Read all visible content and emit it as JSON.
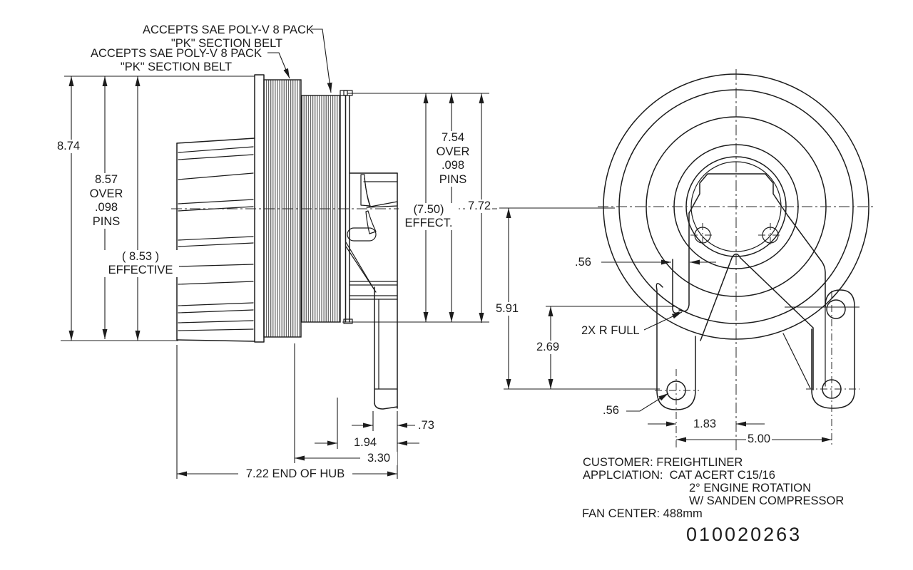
{
  "colors": {
    "ink": "#1c1c1c",
    "background": "#ffffff",
    "rib_tone": "#4d4d4d"
  },
  "side_view": {
    "belt_label_upper": "ACCEPTS SAE POLY-V 8 PACK\n\"PK\" SECTION BELT",
    "belt_label_lower": "ACCEPTS SAE POLY-V 8 PACK\n\"PK\" SECTION BELT",
    "dim_height_overall": "8.74",
    "dim_height_over_pins": "8.57\nOVER\n.098\nPINS",
    "dim_height_effective": "( 8.53 )\nEFFECTIVE",
    "dim_front_over_pins": "7.54\nOVER\n.098\nPINS",
    "dim_front_effective": "(7.50)\nEFFECT.",
    "dim_height_772": "7.72",
    "dim_hub_073": ".73",
    "dim_hub_194": "1.94",
    "dim_hub_330": "3.30",
    "dim_end_of_hub": "7.22 END OF HUB"
  },
  "front_view": {
    "dim_offset_upper": ".56",
    "dim_height_591": "5.91",
    "dim_height_269": "2.69",
    "radius_note": "2X R FULL",
    "dim_hole_offset": ".56",
    "dim_hole_to_center": "1.83",
    "dim_hole_spacing": "5.00"
  },
  "title_block": {
    "customer": "CUSTOMER: FREIGHTLINER",
    "application": "APPLCIATION:  CAT ACERT C15/16",
    "application_note1": "2° ENGINE ROTATION",
    "application_note2": "W/ SANDEN COMPRESSOR",
    "fan_center": "FAN CENTER: 488mm",
    "part_number": "010020263"
  }
}
